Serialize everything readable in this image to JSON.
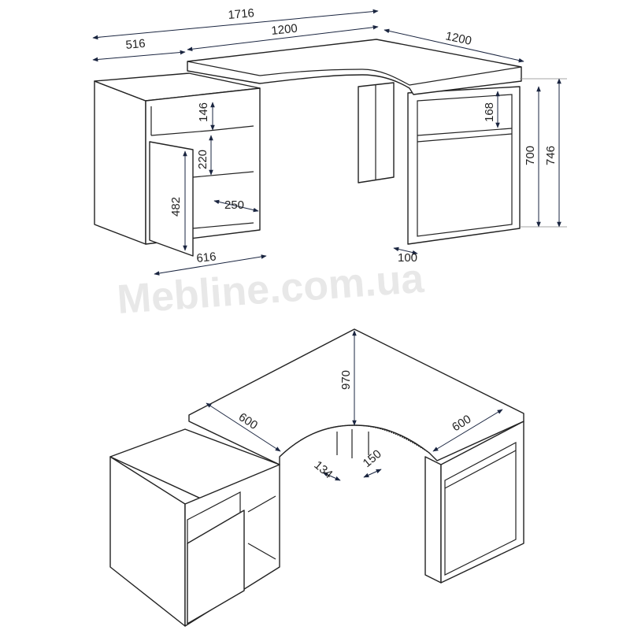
{
  "watermark": "Mebline.com.ua",
  "top_view": {
    "dims": {
      "total_width": "1716",
      "cabinet_width": "516",
      "desk_width_left": "1200",
      "desk_width_right": "1200",
      "shelf_height": "146",
      "door_gap": "220",
      "door_height": "482",
      "shelf_depth": "250",
      "cabinet_depth": "616",
      "pedestal_shelf": "168",
      "pedestal_height": "700",
      "total_height": "746",
      "pedestal_depth": "100"
    }
  },
  "bottom_view": {
    "dims": {
      "corner_depth": "970",
      "left_depth": "600",
      "right_depth": "600",
      "leg_a": "134",
      "leg_b": "150"
    }
  },
  "colors": {
    "line": "#222222",
    "dimension": "#1a2540",
    "watermark": "#e8e8e8"
  }
}
